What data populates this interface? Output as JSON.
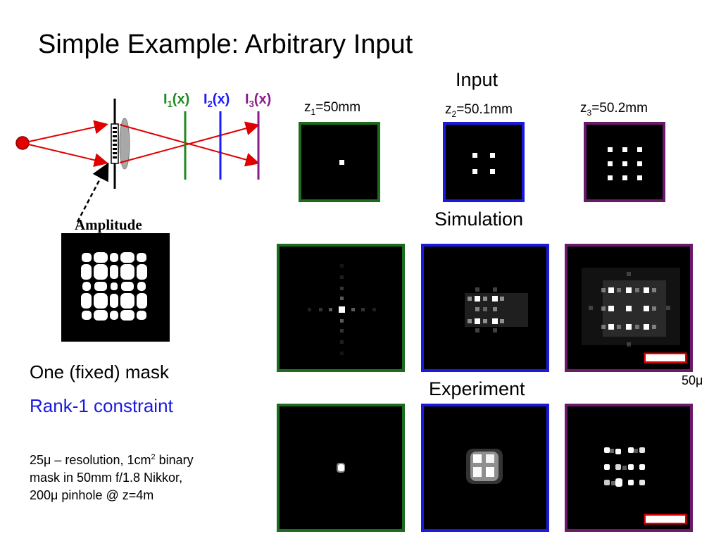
{
  "slide": {
    "title": "Simple Example: Arbitrary Input"
  },
  "diagram": {
    "labels": [
      {
        "base": "I",
        "sub": "1",
        "rest": "(x)",
        "color": "#1f8a1f"
      },
      {
        "base": "I",
        "sub": "2",
        "rest": "(x)",
        "color": "#1a1aff"
      },
      {
        "base": "I",
        "sub": "3",
        "rest": "(x)",
        "color": "#8b1a8b"
      }
    ],
    "mask_label": "Amplitude"
  },
  "sections": {
    "input": "Input",
    "simulation": "Simulation",
    "experiment": "Experiment"
  },
  "z_labels": [
    {
      "base": "z",
      "sub": "1",
      "rest": "=50mm"
    },
    {
      "base": "z",
      "sub": "2",
      "rest": "=50.1mm"
    },
    {
      "base": "z",
      "sub": "3",
      "rest": "=50.2mm"
    }
  ],
  "panel_colors": [
    "#1d6b1d",
    "#1a1adf",
    "#6b1a6b"
  ],
  "input_patterns": {
    "z1_points": 1,
    "z2_grid": "2x2",
    "z3_grid": "3x3"
  },
  "scale_bar": {
    "label": "50μ",
    "color": "#e00000"
  },
  "text": {
    "mask": "One (fixed) mask",
    "rank": "Rank-1 constraint",
    "rank_color": "#1a1adf",
    "notes_line1_a": "25μ – resolution, 1cm",
    "notes_line1_sup": "2",
    "notes_line1_b": " binary",
    "notes_line2": "mask in 50mm f/1.8 Nikkor,",
    "notes_line3": "200μ pinhole @ z=4m"
  }
}
